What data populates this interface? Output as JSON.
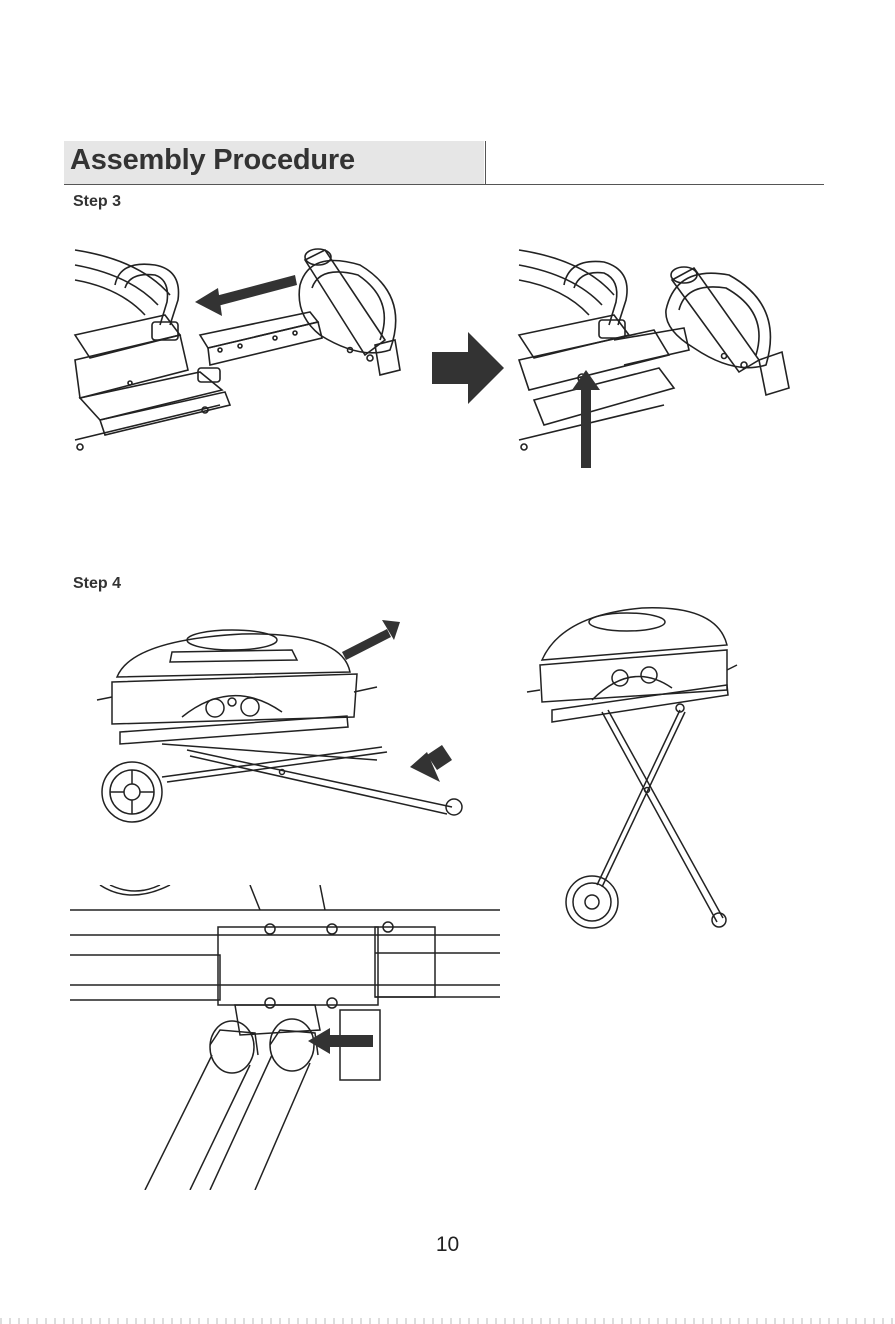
{
  "header": {
    "title": "Assembly Procedure"
  },
  "steps": [
    {
      "label": "Step 3"
    },
    {
      "label": "Step 4"
    }
  ],
  "figures": {
    "step3_before": {
      "icon": "grill-frame-attach-icon"
    },
    "step3_arrow": {
      "icon": "arrow-right-icon"
    },
    "step3_after": {
      "icon": "grill-frame-attached-icon"
    },
    "step4_fold": {
      "icon": "grill-fold-legs-icon"
    },
    "step4_standing": {
      "icon": "grill-standing-icon"
    },
    "step4_detail": {
      "icon": "leg-bracket-detail-icon"
    }
  },
  "footer": {
    "page_number": "10"
  }
}
